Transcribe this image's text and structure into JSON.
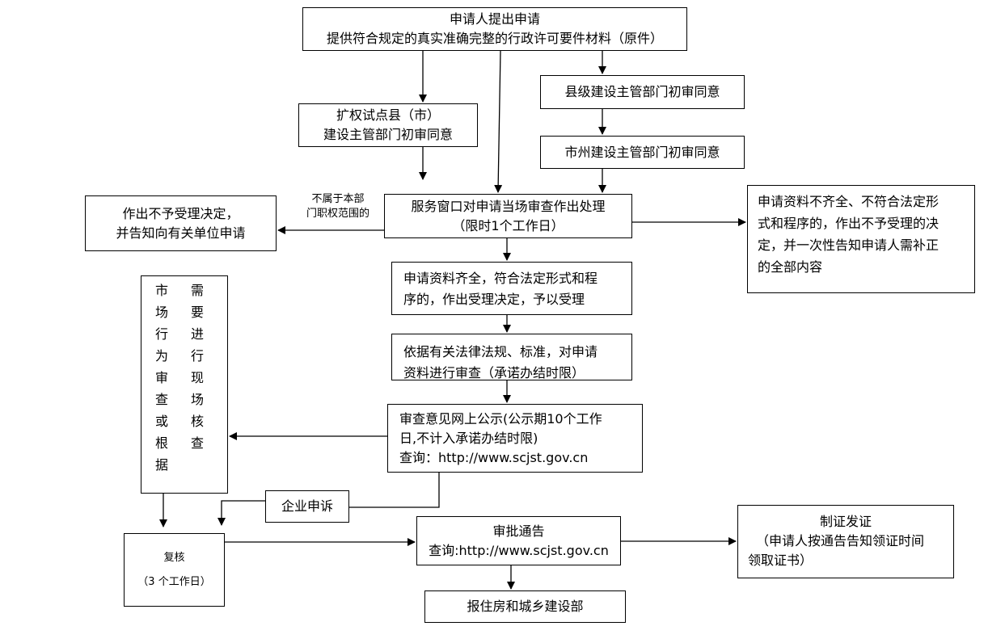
{
  "nodes": {
    "applicant": {
      "line1": "申请人提出申请",
      "line2": "提供符合规定的真实准确完整的行政许可要件材料（原件）"
    },
    "pilot_county": {
      "line1": "扩权试点县（市）",
      "line2": "建设主管部门初审同意"
    },
    "county_level": {
      "line1": "县级建设主管部门初审同意"
    },
    "city_level": {
      "line1": "市州建设主管部门初审同意"
    },
    "service_window": {
      "line1": "服务窗口对申请当场审查作出处理",
      "line2": "（限时1个工作日）"
    },
    "reject_notice": {
      "line1": "作出不予受理决定，",
      "line2": "并告知向有关单位申请"
    },
    "out_of_scope_label": {
      "line1": "不属于本部",
      "line2": "门职权范围的"
    },
    "incomplete": {
      "line1": "申请资料不齐全、不符合法定形",
      "line2": "式和程序的，作出不予受理的决",
      "line3": "定，并一次性告知申请人需补正",
      "line4": "的全部内容"
    },
    "accepted": {
      "line1": "申请资料齐全，符合法定形式和程",
      "line2": "序的，作出受理决定，予以受理"
    },
    "review": {
      "line1": "依据有关法律法规、标准，对申请",
      "line2": "资料进行审查（承诺办结时限）"
    },
    "publicity": {
      "line1": "审查意见网上公示(公示期10个工作",
      "line2": "日,不计入承诺办结时限)",
      "line3": "查询：http://www.scjst.gov.cn"
    },
    "market_check": {
      "col1": [
        "市",
        "场",
        "行",
        "为",
        "审",
        "查",
        "或",
        "根",
        "据"
      ],
      "col2": [
        "需",
        "要",
        "进",
        "行",
        "现",
        "场",
        "核",
        "查"
      ]
    },
    "appeal": {
      "line1": "企业申诉"
    },
    "recheck": {
      "line1": "复核",
      "line2": "（3 个工作日）"
    },
    "approval_notice": {
      "line1": "审批通告",
      "line2": "查询:http://www.scjst.gov.cn"
    },
    "certificate": {
      "line1": "制证发证",
      "line2": "（申请人按通告告知领证时间",
      "line3": "领取证书）"
    },
    "ministry": {
      "line1": "报住房和城乡建设部"
    }
  }
}
